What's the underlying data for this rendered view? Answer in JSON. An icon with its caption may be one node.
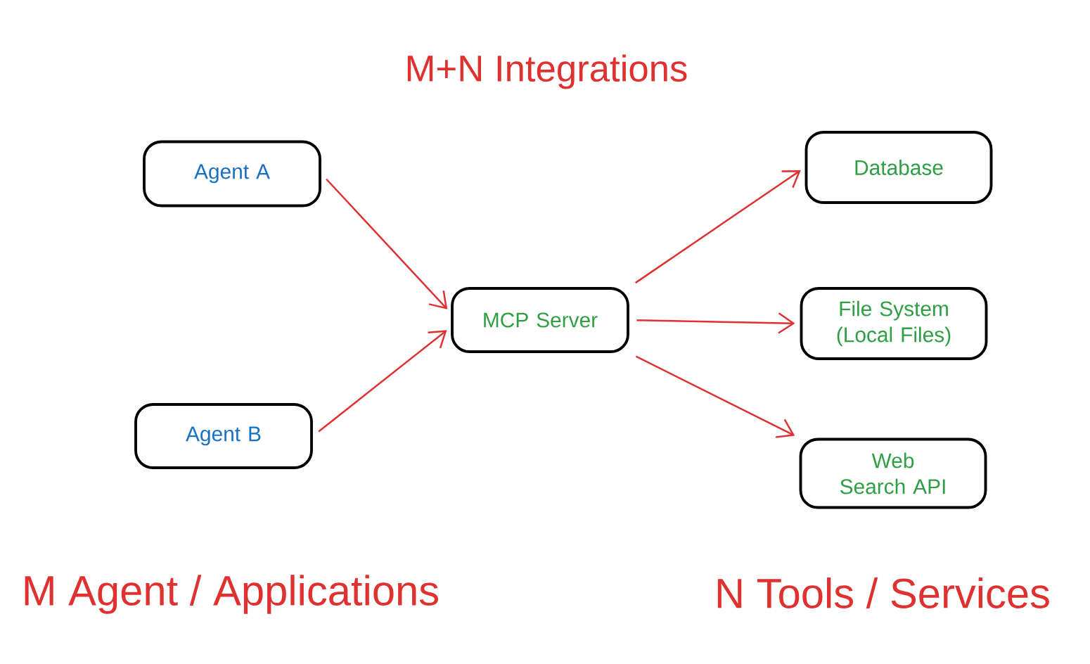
{
  "diagram": {
    "title": "M+N Integrations",
    "nodes": [
      {
        "text": [
          "Agent A"
        ]
      },
      {
        "text": [
          "Agent B"
        ]
      },
      {
        "text": [
          "MCP Server"
        ]
      },
      {
        "text": [
          "Database"
        ]
      },
      {
        "text": [
          "File System (Local Files)"
        ]
      },
      {
        "text": [
          "Web Search API"
        ]
      }
    ],
    "edges": [
      {
        "from": 0,
        "to": 2,
        "arrow": "to"
      },
      {
        "from": 1,
        "to": 2,
        "arrow": "to"
      },
      {
        "from": 2,
        "to": 3,
        "arrow": "to"
      },
      {
        "from": 2,
        "to": 4,
        "arrow": "to"
      },
      {
        "from": 2,
        "to": 5,
        "arrow": "to"
      }
    ],
    "labels": [
      "M Agent / Applications",
      "N Tools / Services"
    ]
  }
}
